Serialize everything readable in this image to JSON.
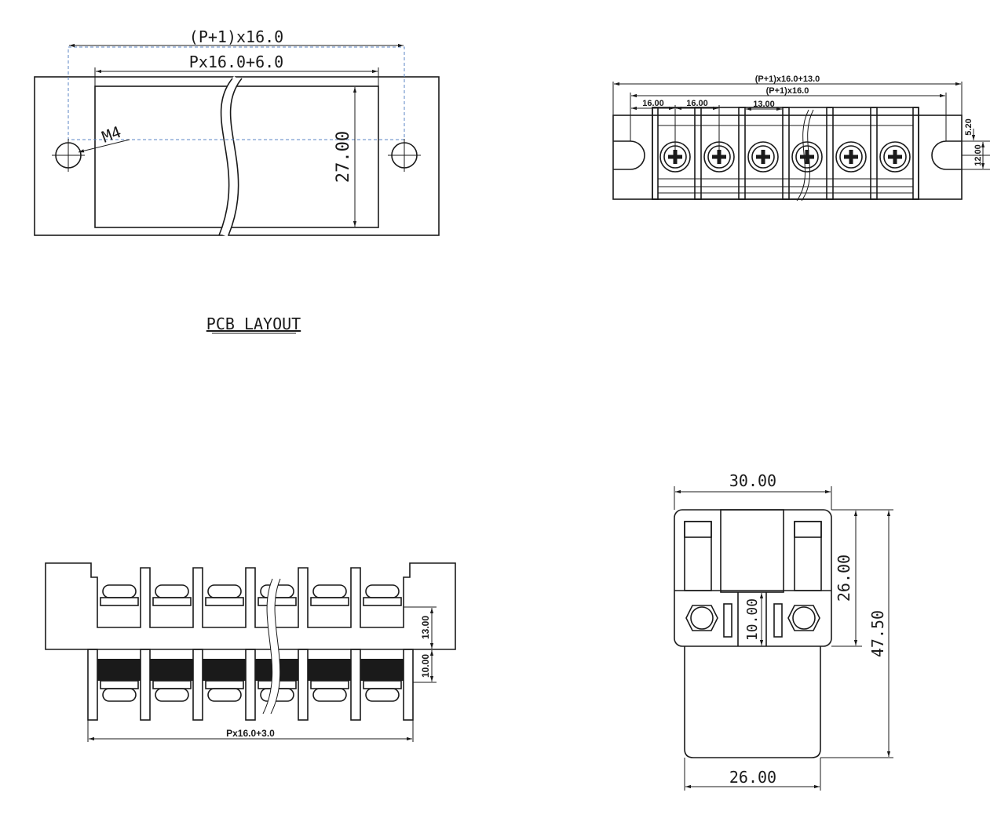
{
  "pcb_layout": {
    "title": "PCB LAYOUT",
    "dim_pitch_total": "(P+1)x16.0",
    "dim_body": "Px16.0+6.0",
    "dim_height": "27.00",
    "hole_label": "M4"
  },
  "top_view": {
    "dim_overall": "(P+1)x16.0+13.0",
    "dim_pitch_total": "(P+1)x16.0",
    "pitch_1": "16.00",
    "pitch_2": "16.00",
    "terminal_width": "13.00",
    "slot_offset": "5.20",
    "slot_depth": "12.00"
  },
  "front_view": {
    "dim_width": "Px16.0+3.0",
    "dim_upper": "13.00",
    "dim_lower": "10.00"
  },
  "side_view": {
    "dim_top_width": "30.00",
    "dim_bottom_width": "26.00",
    "dim_body_height": "26.00",
    "dim_total_height": "47.50",
    "dim_mid": "10.00"
  }
}
